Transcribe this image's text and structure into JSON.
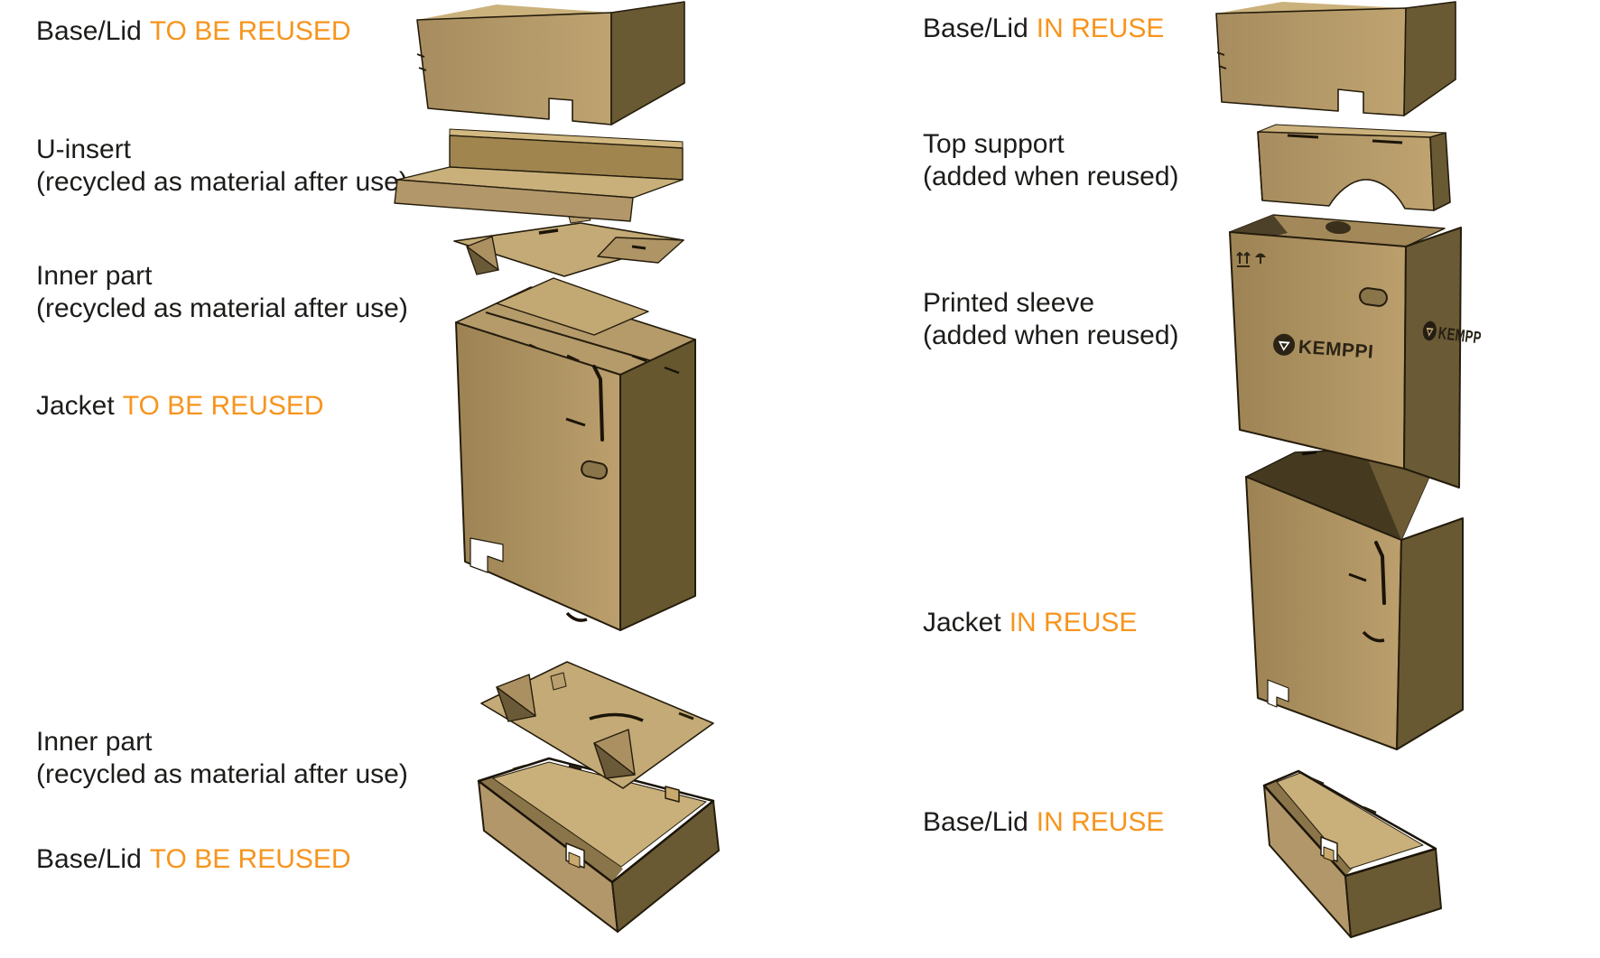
{
  "colors": {
    "highlight_orange": "#F7941D",
    "text_black": "#1d1c1a",
    "cardboard_light": "#bb9f6d",
    "cardboard_mid": "#a78c5f",
    "cardboard_dark_side": "#6a5a34",
    "cardboard_interior": "#c9b07b",
    "outline_brown": "#241c0c"
  },
  "brand": {
    "logo_text": "KEMPPI"
  },
  "left_column": {
    "labels": [
      {
        "text": "Base/Lid",
        "highlight": "TO BE REUSED"
      },
      {
        "line1": "U-insert",
        "line2": "(recycled as material after use)"
      },
      {
        "line1": "Inner part",
        "line2": "(recycled as material after use)"
      },
      {
        "text": "Jacket",
        "highlight": "TO BE REUSED"
      },
      {
        "line1": "Inner part",
        "line2": "(recycled as material after use)"
      },
      {
        "text": "Base/Lid",
        "highlight": "TO BE REUSED"
      }
    ]
  },
  "right_column": {
    "labels": [
      {
        "text": "Base/Lid",
        "highlight": "IN REUSE"
      },
      {
        "line1": "Top support",
        "line2": "(added when reused)"
      },
      {
        "line1": "Printed sleeve",
        "line2": "(added when reused)"
      },
      {
        "text": "Jacket",
        "highlight": "IN REUSE"
      },
      {
        "text": "Base/Lid",
        "highlight": "IN REUSE"
      }
    ]
  }
}
